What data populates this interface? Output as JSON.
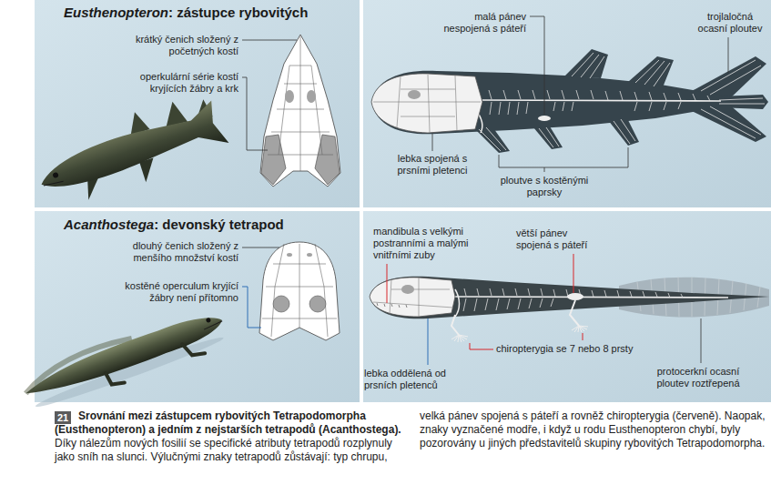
{
  "diagram": {
    "caption": "Srovnání mezi zástupcem rybovitých Tetrapodomorpha (Eusthenopteron) a jedním z nejstarších tetrapodů (Acanthostega). Díky nálezům nových fosilií se specifické atributy tetrapodů rozplynuly jako sníh na slunci. Výlučnými znaky tetrapodů zůstávají: typ chrupu, velká pánev spojená s páteří a rovněž chiropterygia (červeně). Naopak, znaky vyznačené modře, i když u rodu Eusthenopteron chybí, byly pozorovány u jiných představitelů skupiny rybovitých Tetrapodomorpha.",
    "nodes": [
      {
        "text": [
          "Eusthenopteron: zástupce rybovitých"
        ]
      },
      {
        "text": [
          "Acanthostega: devonský tetrapod"
        ]
      }
    ],
    "labels": [
      "krátký čenich složený z početných kostí",
      "operkulární série kostí kryjících žábry a krk",
      "malá pánev nespojená s páteří",
      "trojlaločná ocasní ploutev",
      "lebka spojená s prsními pletenci",
      "ploutve s kostěnými paprsky",
      "dlouhý čenich složený z menšího množství kostí",
      "kostěné operculum kryjící žábry není přítomno",
      "mandibula s velkými postranními a malými vnitřními zuby",
      "větší pánev spojená s páteří",
      "chiropterygia se 7 nebo 8 prsty",
      "lebka oddělená od prsních pletenců",
      "protocerkní ocasní ploutev roztřepená",
      "21"
    ]
  }
}
